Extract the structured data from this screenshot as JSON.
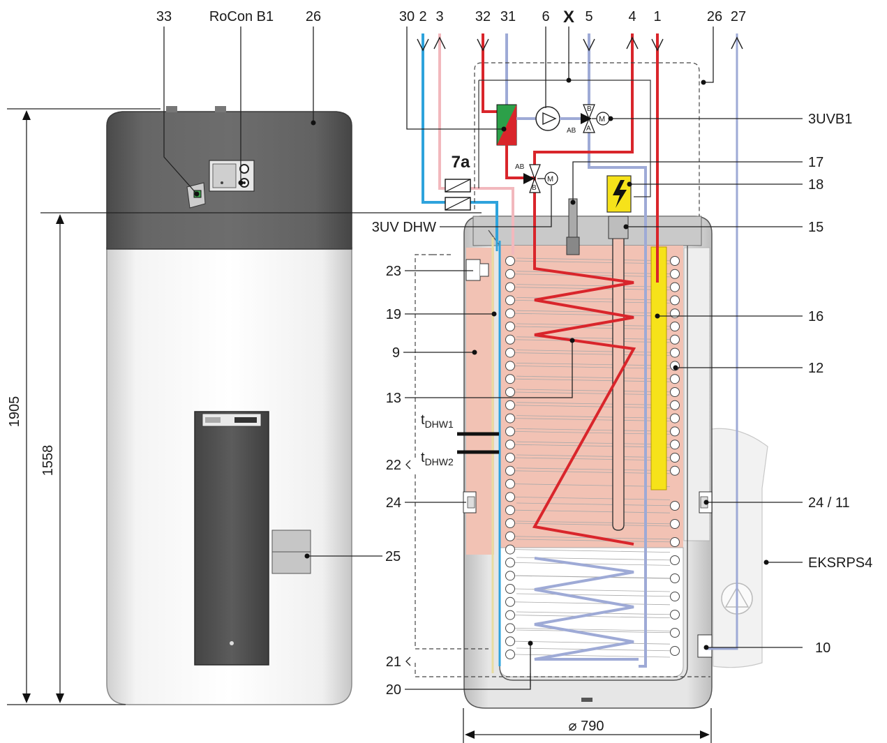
{
  "labels": {
    "l33": "33",
    "rocon": "RoCon B1",
    "l26a": "26",
    "l30": "30",
    "l2": "2",
    "l3": "3",
    "l32": "32",
    "l31": "31",
    "l6": "6",
    "lX": "X",
    "l5": "5",
    "l4": "4",
    "l1": "1",
    "l26b": "26",
    "l27": "27",
    "l3uvb1": "3UVB1",
    "l7a": "7a",
    "l17": "17",
    "l18": "18",
    "l3uvdhw": "3UV DHW",
    "l15": "15",
    "l23": "23",
    "l16": "16",
    "l19": "19",
    "l9": "9",
    "l12": "12",
    "l13": "13",
    "tdhw1_t": "t",
    "tdhw1_sub": "DHW1",
    "tdhw2_t": "t",
    "tdhw2_sub": "DHW2",
    "l22": "22",
    "l24": "24",
    "l2411": "24 / 11",
    "l25": "25",
    "eksrps4": "EKSRPS4",
    "l10": "10",
    "l21": "21",
    "l20": "20",
    "valve_ab1": "AB",
    "valve_b1": "B",
    "valve_a1": "A",
    "valve_m1": "M",
    "valve_ab2": "AB",
    "valve_b2": "B",
    "valve_m2": "M"
  },
  "dimensions": {
    "height_total": "1905",
    "height_body": "1558",
    "diameter": "⌀ 790"
  },
  "colors": {
    "hot_pipe": "#d9252b",
    "cold_pipe": "#2ea3dc",
    "return_pipe": "#9eaad6",
    "pink_pipe": "#f2b8bd",
    "tank_hot": "#f2c2b4",
    "casing_dark": "#5e5e5e",
    "heater": "#f6e21a"
  }
}
